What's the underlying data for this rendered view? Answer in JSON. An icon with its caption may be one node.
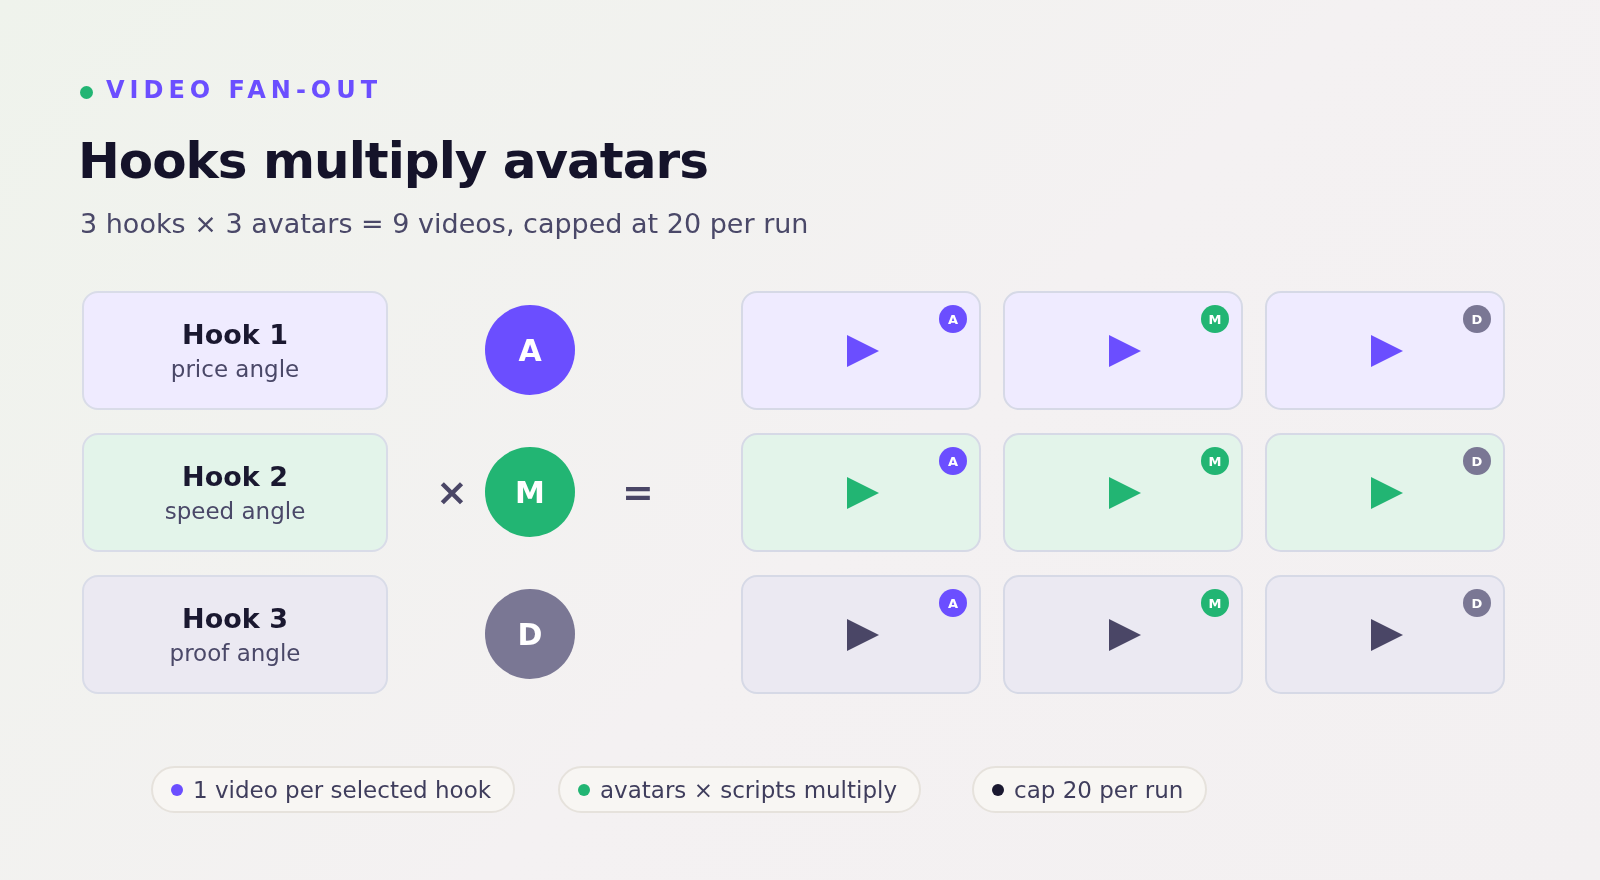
{
  "diagram": {
    "title": "Hooks multiply avatars",
    "nodes": [
      {
        "text": [
          "Hook 1",
          "price angle"
        ]
      },
      {
        "text": [
          "Hook 2",
          "speed angle"
        ]
      },
      {
        "text": [
          "Hook 3",
          "proof angle"
        ]
      },
      {
        "text": [
          "A"
        ]
      },
      {
        "text": [
          "M"
        ]
      },
      {
        "text": [
          "D"
        ]
      },
      {
        "text": [],
        "shape": "box"
      },
      {
        "text": [
          "A"
        ],
        "in": 6
      },
      {
        "text": [],
        "shape": "box"
      },
      {
        "text": [
          "M"
        ],
        "in": 8
      },
      {
        "text": [],
        "shape": "box"
      },
      {
        "text": [
          "D"
        ],
        "in": 10
      },
      {
        "text": [],
        "shape": "box"
      },
      {
        "text": [
          "A"
        ],
        "in": 12
      },
      {
        "text": [],
        "shape": "box"
      },
      {
        "text": [
          "M"
        ],
        "in": 14
      },
      {
        "text": [],
        "shape": "box"
      },
      {
        "text": [
          "D"
        ],
        "in": 16
      },
      {
        "text": [],
        "shape": "box"
      },
      {
        "text": [
          "A"
        ],
        "in": 18
      },
      {
        "text": [],
        "shape": "box"
      },
      {
        "text": [
          "M"
        ],
        "in": 20
      },
      {
        "text": [],
        "shape": "box"
      },
      {
        "text": [
          "D"
        ],
        "in": 22
      }
    ],
    "edges": [],
    "labels": [
      "VIDEO FAN-OUT",
      "3 hooks × 3 avatars = 9 videos, capped at 20 per run",
      "×",
      "="
    ],
    "legend": [
      {
        "text": "1 video per selected hook",
        "color": "#6b4eff"
      },
      {
        "text": "avatars × scripts multiply",
        "color": "#22b573"
      },
      {
        "text": "cap 20 per run",
        "color": "#1a1830"
      }
    ]
  }
}
